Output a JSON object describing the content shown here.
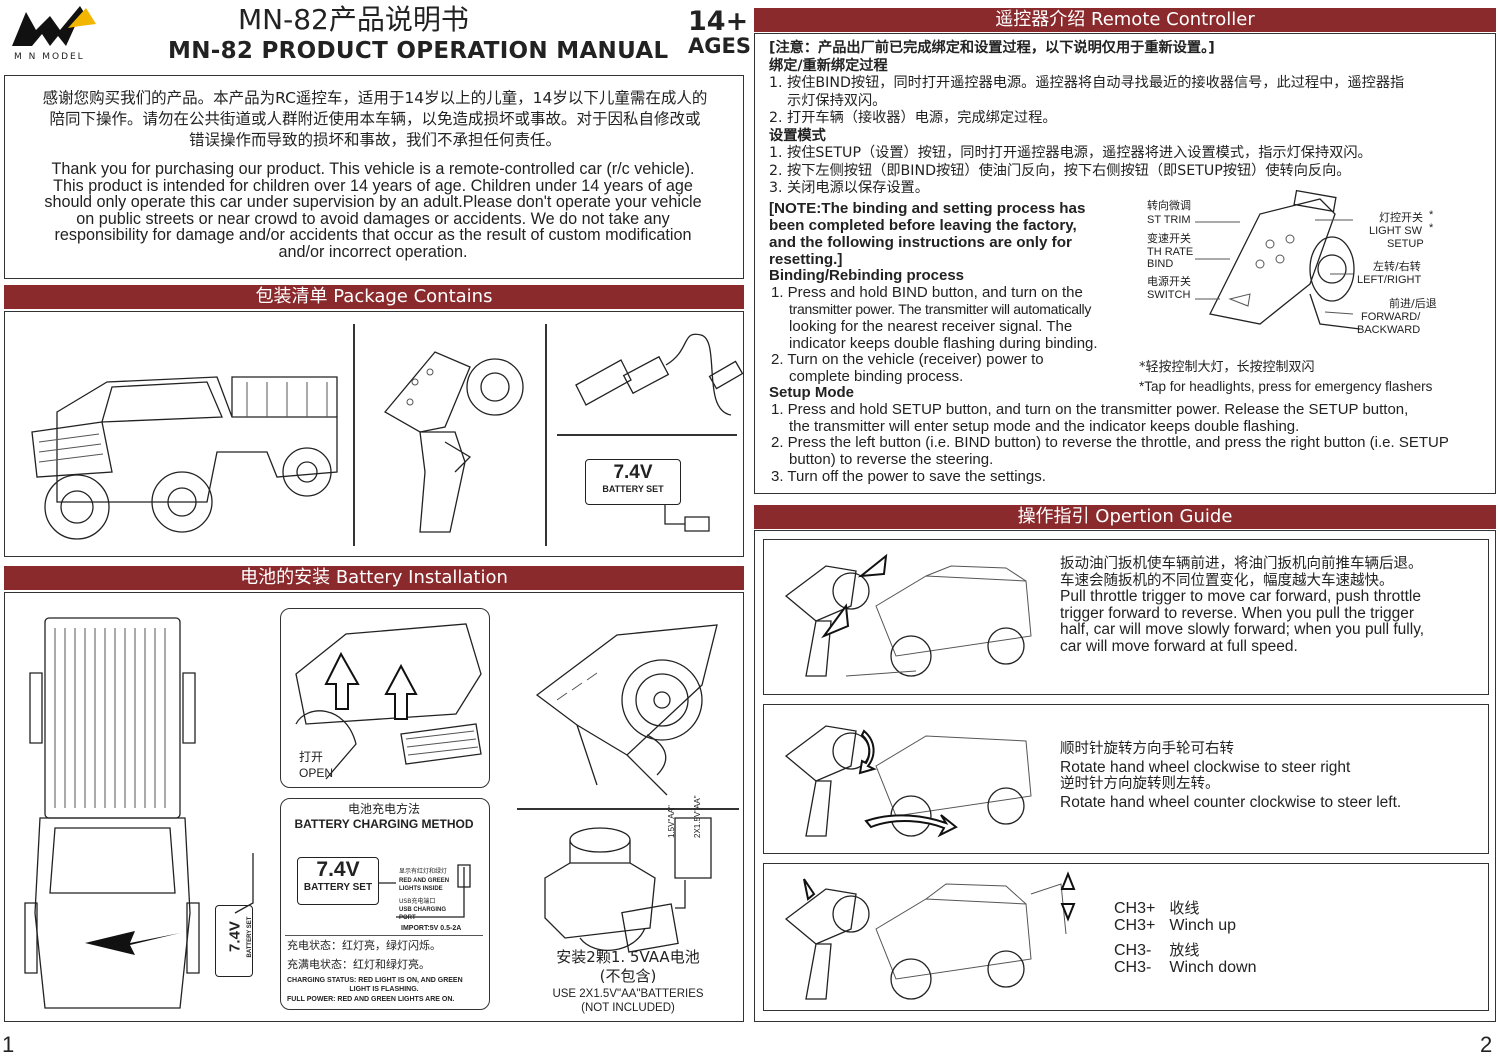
{
  "brand": {
    "logo_text": "M N MODEL"
  },
  "header": {
    "title_cn": "MN-82产品说明书",
    "title_en": "MN-82 PRODUCT OPERATION MANUAL",
    "age_line1": "14+",
    "age_line2": "AGES"
  },
  "intro": {
    "cn": [
      "感谢您购买我们的产品。本产品为RC遥控车，适用于14岁以上的儿童，14岁以下儿童需在成人的",
      "陪同下操作。请勿在公共街道或人群附近使用本车辆，以免造成损坏或事故。对于因私自修改或",
      "错误操作而导致的损坏和事故，我们不承担任何责任。"
    ],
    "en": [
      "Thank you for purchasing our product. This vehicle is a remote-controlled car (r/c vehicle).",
      "This product is intended for children over 14 years of age. Children under 14 years of age",
      "should only operate this car under supervision by an adult.Please don't operate your vehicle",
      "on public streets or near crowd to avoid damages or accidents. We do not take any",
      "responsibility for damage and/or accidents that occur as the result of custom modification",
      "and/or incorrect operation."
    ]
  },
  "package": {
    "header": "包装清单  Package Contains",
    "battery_label": "7.4V",
    "battery_sub": "BATTERY SET"
  },
  "battery_install": {
    "header": "电池的安装  Battery Installation",
    "open_cn": "打开",
    "open_en": "OPEN",
    "side_battery_label": "7.4V",
    "side_battery_sub": "BATTERY SET",
    "charging_title_cn": "电池充电方法",
    "charging_title_en": "BATTERY CHARGING METHOD",
    "charging_battery_label": "7.4V",
    "charging_battery_sub": "BATTERY SET",
    "charger_note_cn": "显示有红灯和绿灯",
    "charger_note_en1": "RED AND GREEN",
    "charger_note_en2": "LIGHTS INSIDE",
    "usb_port_cn": "USB充电端口",
    "usb_port_en1": "USB CHARGING",
    "usb_port_en2": "PORT",
    "import_spec": "IMPORT:5V 0.5-2A",
    "status_charging_cn": "充电状态：红灯亮，绿灯闪烁。",
    "status_full_cn": "充满电状态：红灯和绿灯亮。",
    "status_charging_en1": "CHARGING STATUS: RED LIGHT IS ON, AND GREEN",
    "status_charging_en2": "LIGHT IS FLASHING.",
    "status_full_en": "FULL POWER: RED AND GREEN LIGHTS ARE ON.",
    "aa_label1": "1.5V\"AA\"",
    "aa_label2": "2X1.5V\"AA\"",
    "install_aa_cn1": "安装2颗1. 5VAA电池",
    "install_aa_cn2": "(不包含)",
    "install_aa_en1": "USE 2X1.5V\"AA\"BATTERIES",
    "install_aa_en2": "(NOT INCLUDED)"
  },
  "remote": {
    "header": "遥控器介绍  Remote Controller",
    "cn_lines": [
      "[注意：产品出厂前已完成绑定和设置过程，以下说明仅用于重新设置。]",
      "绑定/重新绑定过程",
      "1. 按住BIND按钮，同时打开遥控器电源。遥控器将自动寻找最近的接收器信号，此过程中，遥控器指",
      "    示灯保持双闪。",
      "2. 打开车辆（接收器）电源，完成绑定过程。",
      "设置模式",
      "1. 按住SETUP（设置）按钮，同时打开遥控器电源，遥控器将进入设置模式，指示灯保持双闪。",
      "2. 按下左侧按钮（即BIND按钮）使油门反向，按下右侧按钮（即SETUP按钮）使转向反向。",
      "3. 关闭电源以保存设置。"
    ],
    "note_en": [
      "[NOTE:The binding and setting process has",
      "been completed before leaving the factory,",
      "and the following instructions are only for",
      "resetting.]"
    ],
    "binding_title": "Binding/Rebinding process",
    "binding_1": [
      "1. Press and hold BIND button, and turn on the",
      "transmitter power. The transmitter will automatically",
      "looking for the nearest receiver signal. The",
      "indicator keeps double flashing during binding."
    ],
    "binding_2": [
      "2. Turn on the vehicle (receiver) power to",
      "complete binding process."
    ],
    "setup_title": "Setup Mode",
    "setup_1": [
      "1. Press and hold SETUP button, and turn on the transmitter power. Release the SETUP button,",
      "the transmitter will enter setup mode and the indicator keeps double flashing."
    ],
    "setup_2": [
      "2. Press the left button (i.e. BIND button) to reverse the throttle, and press the right button (i.e. SETUP",
      "button) to reverse the steering."
    ],
    "setup_3": "3. Turn off the power to save the settings.",
    "callouts": {
      "st_trim_cn": "转向微调",
      "st_trim_en": "ST TRIM",
      "th_rate_cn": "变速开关",
      "th_rate_en1": "TH RATE",
      "th_rate_en2": "BIND",
      "switch_cn": "电源开关",
      "switch_en": "SWITCH",
      "light_cn": "灯控开关",
      "light_en1": "LIGHT SW",
      "light_en2": "SETUP",
      "star": "*",
      "lr_cn": "左转/右转",
      "lr_en": "LEFT/RIGHT",
      "fb_cn": "前进/后退",
      "fb_en1": "FORWARD/",
      "fb_en2": "BACKWARD"
    },
    "tap_cn": "*轻按控制大灯，长按控制双闪",
    "tap_en": "*Tap for headlights, press for emergency flashers"
  },
  "guide": {
    "header": "操作指引  Opertion Guide",
    "throttle": {
      "cn": [
        "扳动油门扳机使车辆前进，将油门扳机向前推车辆后退。",
        "车速会随扳机的不同位置变化，幅度越大车速越快。"
      ],
      "en": [
        "Pull throttle trigger to move car forward, push throttle",
        "trigger forward to reverse. When you pull the trigger",
        "half, car will move slowly forward; when you pull fully,",
        "car will move forward at full speed."
      ]
    },
    "steering": {
      "cn1": "顺时针旋转方向手轮可右转",
      "en1": "Rotate hand wheel clockwise to steer right",
      "cn2": "逆时针方向旋转则左转。",
      "en2": "Rotate hand wheel counter clockwise to steer left."
    },
    "winch": {
      "up_code": "CH3+",
      "up_cn": "收线",
      "up_en": "Winch up",
      "down_code": "CH3-",
      "down_cn": "放线",
      "down_en": "Winch down"
    }
  },
  "page_numbers": {
    "left": "1",
    "right": "2"
  }
}
